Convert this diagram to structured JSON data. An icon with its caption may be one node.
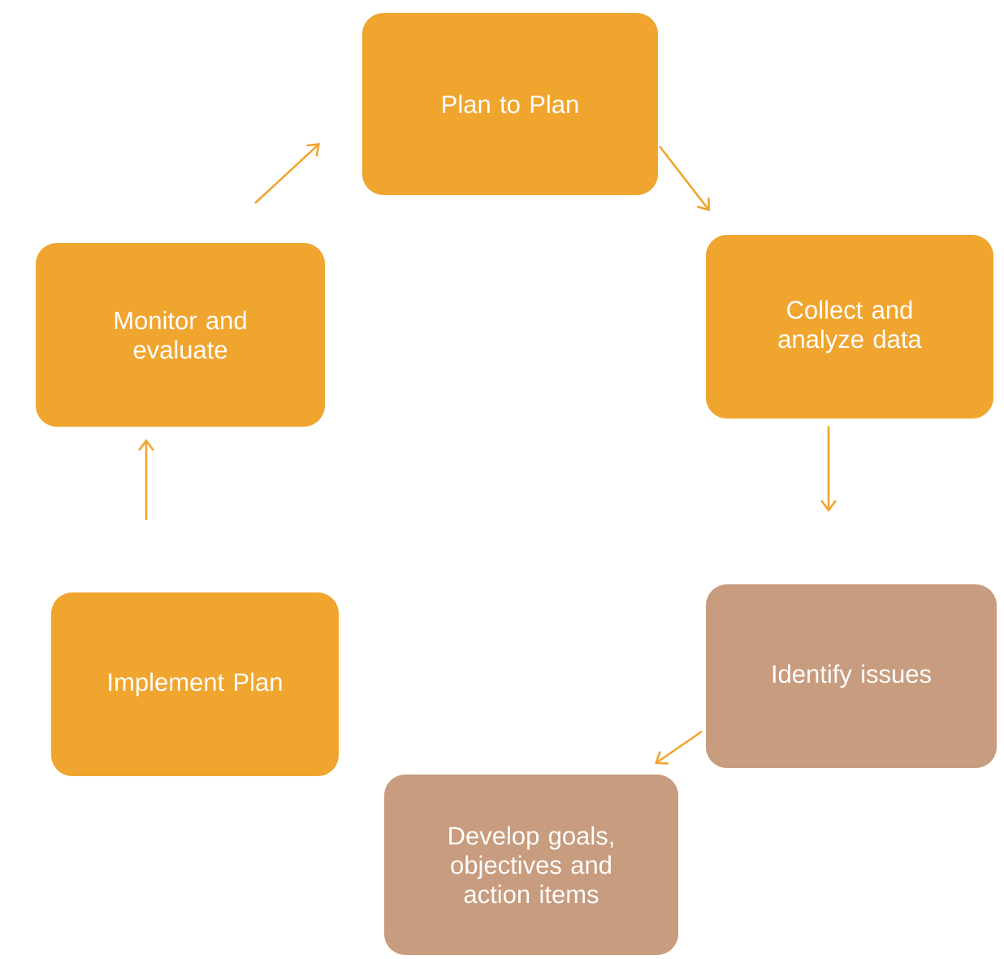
{
  "diagram": {
    "nodes": [
      {
        "text": [
          "Plan to Plan"
        ]
      },
      {
        "text": [
          "Collect and analyze data"
        ]
      },
      {
        "text": [
          "Identify issues"
        ]
      },
      {
        "text": [
          "Develop goals, objectives and action items"
        ]
      },
      {
        "text": [
          "Implement Plan"
        ]
      },
      {
        "text": [
          "Monitor and evaluate"
        ]
      }
    ],
    "edges": [
      {
        "from": 0,
        "to": 1,
        "arrow": "to"
      },
      {
        "from": 1,
        "to": 2,
        "arrow": "to"
      },
      {
        "from": 2,
        "to": 3,
        "arrow": "to"
      },
      {
        "from": 4,
        "to": 5,
        "arrow": "to"
      },
      {
        "from": 5,
        "to": 0,
        "arrow": "to"
      }
    ]
  }
}
